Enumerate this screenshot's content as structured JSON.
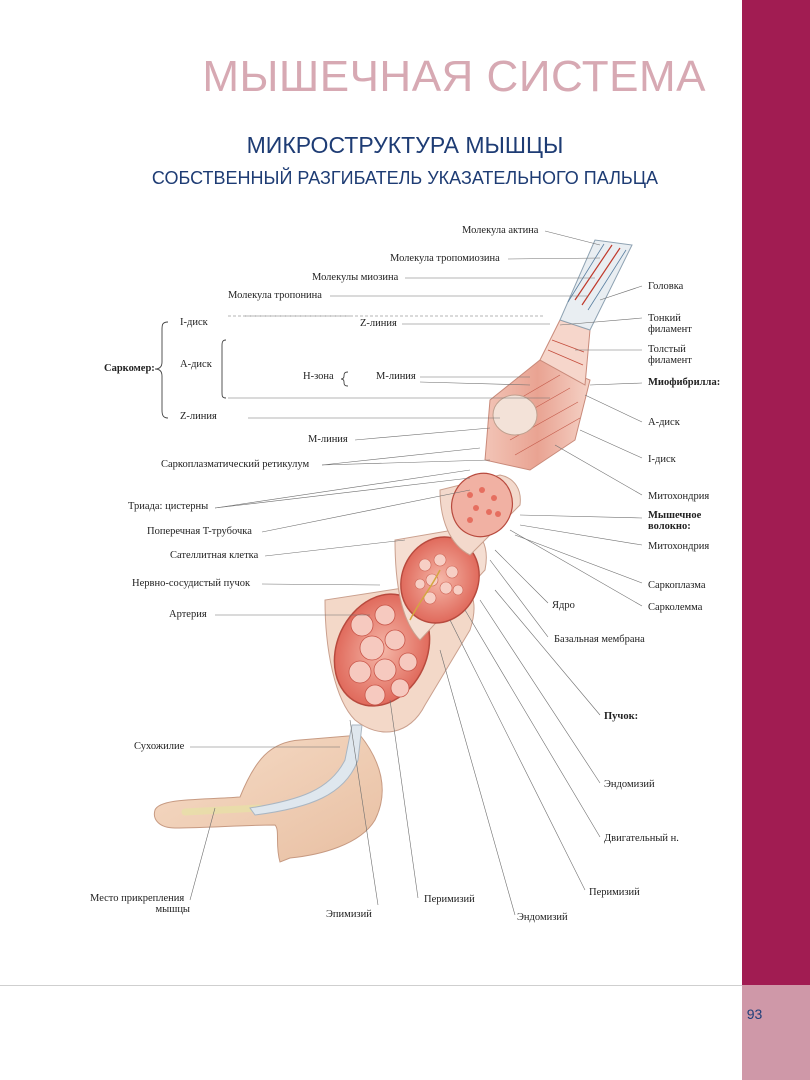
{
  "chapter_title": "МЫШЕЧНАЯ СИСТЕМА",
  "title": "МИКРОСТРУКТУРА МЫШЦЫ",
  "subtitle": "СОБСТВЕННЫЙ РАЗГИБАТЕЛЬ УКАЗАТЕЛЬНОГО ПАЛЬЦА",
  "page_number": "93",
  "colors": {
    "sidebar": "#a11c52",
    "sidebar_foot": "#cf98a8",
    "heading": "#1e3c74",
    "chapter": "#d7a9b3"
  },
  "labels": {
    "actin": "Молекула актина",
    "tropomyosin": "Молекула тропомиозина",
    "myosin": "Молекулы миозина",
    "troponin": "Молекула тропонина",
    "head": "Головка",
    "thin_filament": "Тонкий",
    "thin_filament_2": "филамент",
    "thick_filament": "Толстый",
    "thick_filament_2": "филамент",
    "myofibril": "Миофибрилла:",
    "a_band": "A-диск",
    "i_band": "I-диск",
    "mitochondria_1": "Митохондрия",
    "muscle_fiber": "Мышечное",
    "muscle_fiber_2": "волокно:",
    "mitochondria_2": "Митохондрия",
    "sarcoplasm": "Саркоплазма",
    "sarcolemma": "Сарколемма",
    "nucleus": "Ядро",
    "basal_membrane": "Базальная мембрана",
    "bundle": "Пучок:",
    "endomysium_r": "Эндомизий",
    "motor_nerve": "Двигательный н.",
    "perimysium_r": "Перимизий",
    "sarcomere": "Саркомер:",
    "sarc_i_band": "I-диск",
    "sarc_a_band": "A-диск",
    "sarc_z_line": "Z-линия",
    "z_line_mid": "Z-линия",
    "h_zone": "H-зона",
    "m_line_mid": "M-линия",
    "m_line": "M-линия",
    "sr": "Саркоплазматический ретикулум",
    "triad": "Триада: цистерны",
    "t_tubule": "Поперечная T-трубочка",
    "satellite": "Сателлитная клетка",
    "neurovascular": "Нервно-сосудистый пучок",
    "artery": "Артерия",
    "tendon": "Сухожилие",
    "attachment": "Место прикрепления",
    "attachment_2": "мышцы",
    "epimysium": "Эпимизий",
    "perimysium_b": "Перимизий",
    "endomysium_b": "Эндомизий"
  }
}
